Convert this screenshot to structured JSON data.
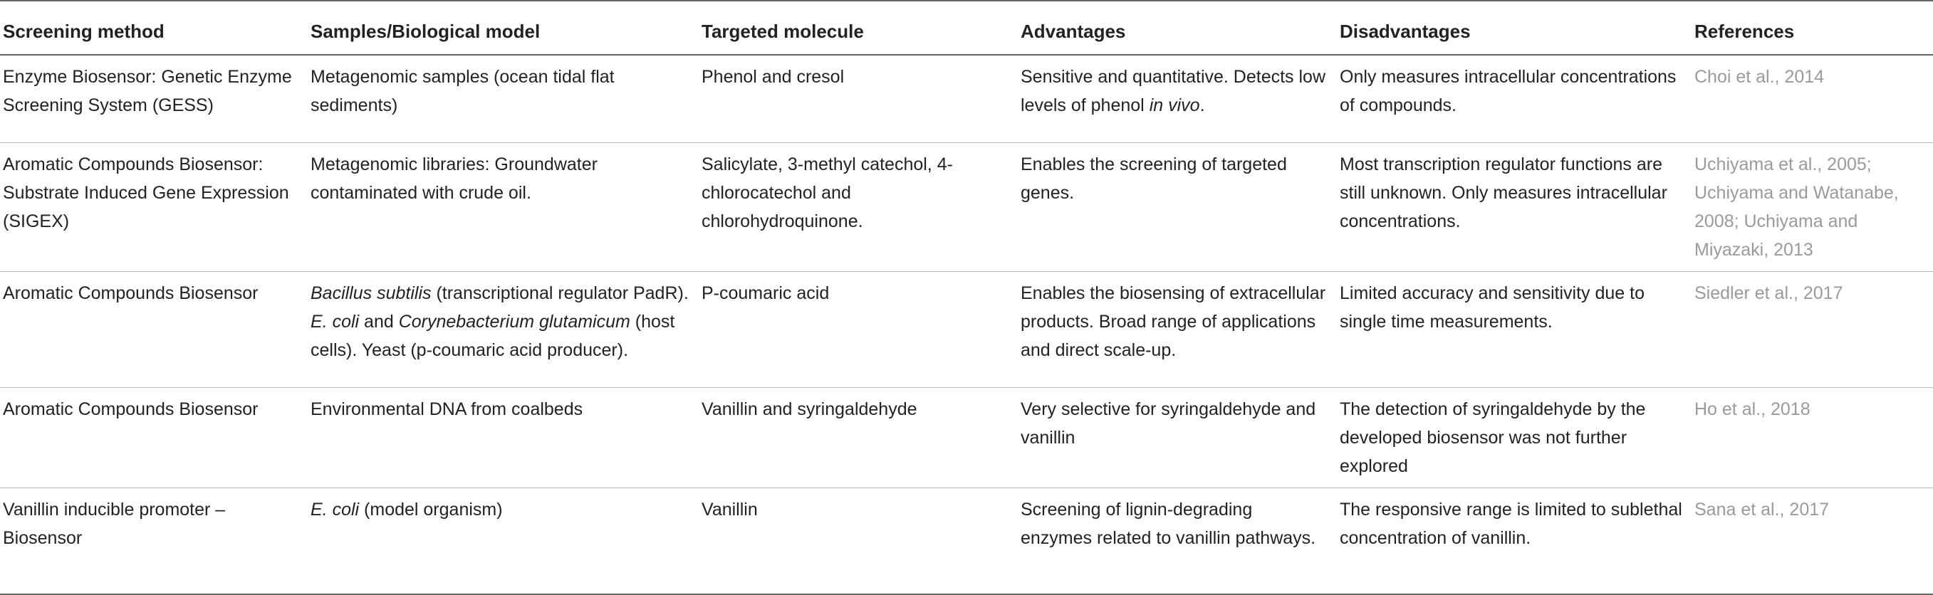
{
  "table": {
    "headers": [
      "Screening method",
      "Samples/Biological model",
      "Targeted molecule",
      "Advantages",
      "Disadvantages",
      "References"
    ],
    "rows": [
      {
        "method": "Enzyme Biosensor: Genetic Enzyme Screening System (GESS)",
        "samples": {
          "italic": "",
          "text": "Metagenomic samples (ocean tidal flat sediments)"
        },
        "molecule": "Phenol and cresol",
        "advantages": {
          "text": "Sensitive and quantitative. Detects low levels of phenol ",
          "italic": "in vivo",
          "after": "."
        },
        "disadvantages": "Only measures intracellular concentrations of compounds.",
        "references": "Choi et al., 2014"
      },
      {
        "method": "Aromatic Compounds Biosensor: Substrate Induced Gene Expression (SIGEX)",
        "samples": {
          "italic": "",
          "text": "Metagenomic libraries: Groundwater contaminated with crude oil."
        },
        "molecule": "Salicylate, 3-methyl catechol, 4-chlorocatechol and chlorohydroquinone.",
        "advantages": {
          "text": "Enables the screening of targeted genes.",
          "italic": "",
          "after": ""
        },
        "disadvantages": "Most transcription regulator functions are still unknown. Only measures intracellular concentrations.",
        "references": "Uchiyama et al., 2005; Uchiyama and Watanabe, 2008; Uchiyama and Miyazaki, 2013"
      },
      {
        "method": "Aromatic Compounds Biosensor",
        "samples": {
          "i1": "Bacillus subtilis",
          "t1": " (transcriptional regulator PadR). ",
          "i2": "E. coli",
          "t2": " and ",
          "i3": "Corynebacterium glutamicum",
          "t3": " (host cells). Yeast (p-coumaric acid producer)."
        },
        "molecule": "P-coumaric acid",
        "advantages": {
          "text": "Enables the biosensing of extracellular products. Broad range of applications and direct scale-up.",
          "italic": "",
          "after": ""
        },
        "disadvantages": "Limited accuracy and sensitivity due to single time measurements.",
        "references": "Siedler et al., 2017"
      },
      {
        "method": "Aromatic Compounds Biosensor",
        "samples": {
          "italic": "",
          "text": "Environmental DNA from coalbeds"
        },
        "molecule": "Vanillin and syringaldehyde",
        "advantages": {
          "text": "Very selective for syringaldehyde and vanillin",
          "italic": "",
          "after": ""
        },
        "disadvantages": "The detection of syringaldehyde by the developed biosensor was not further explored",
        "references": "Ho et al., 2018"
      },
      {
        "method": "Vanillin inducible promoter – Biosensor",
        "samples": {
          "italic": "E. coli",
          "text": " (model organism)"
        },
        "molecule": "Vanillin",
        "advantages": {
          "text": "Screening of lignin-degrading enzymes related to vanillin pathways.",
          "italic": "",
          "after": ""
        },
        "disadvantages": "The responsive range is limited to sublethal concentration of vanillin.",
        "references": "Sana et al., 2017"
      }
    ]
  }
}
